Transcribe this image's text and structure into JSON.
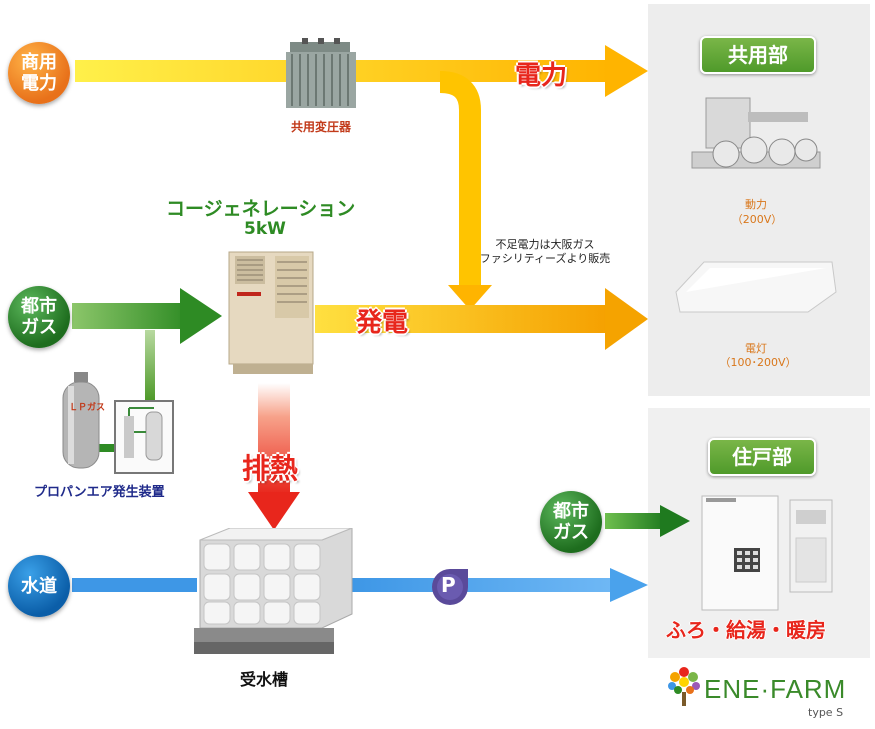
{
  "sources": {
    "commercial_power": "商用\n電力",
    "city_gas": "都市\nガス",
    "water": "水道",
    "city_gas_2": "都市\nガス"
  },
  "flows": {
    "power": "電力",
    "generation": "発電",
    "exhaust_heat": "排熱"
  },
  "equipment": {
    "transformer": "共用変圧器",
    "cogen_title": "コージェネレーション",
    "cogen_capacity": "5kW",
    "lp_gas_label": "ＬＰガス",
    "propane_air": "プロパンエア発生装置",
    "water_tank": "受水槽",
    "pump_symbol": "P"
  },
  "note": {
    "line1": "不足電力は大阪ガス",
    "line2": "ファシリティーズより販売"
  },
  "common_area": {
    "title": "共用部",
    "motor_label": "動力",
    "motor_voltage": "（200V）",
    "light_label": "電灯",
    "light_voltage": "（100･200V）"
  },
  "residence": {
    "title": "住戸部",
    "uses": "ふろ・給湯・暖房",
    "brand": "ENE·FARM",
    "brand_sub": "type S"
  },
  "colors": {
    "power_yellow": "#ffd400",
    "power_orange": "#f5a300",
    "gas_green": "#3f9a2f",
    "water_blue": "#3e97e6",
    "heat_red": "#e8261c"
  }
}
